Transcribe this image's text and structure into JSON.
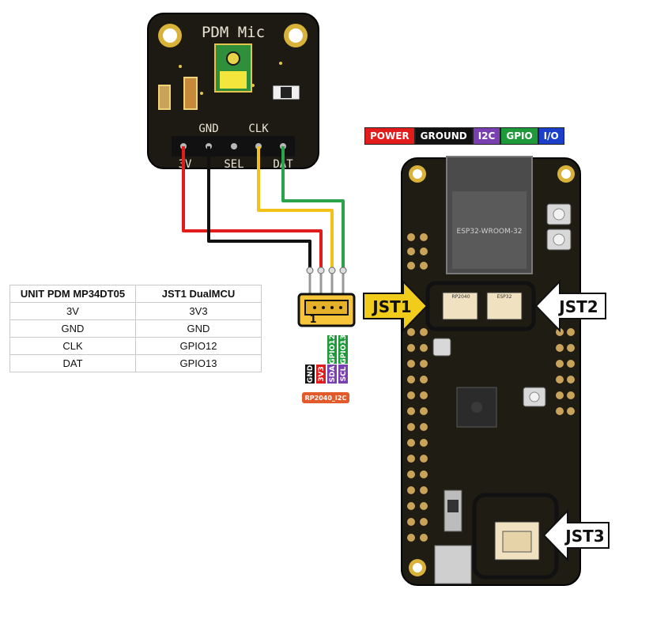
{
  "mic": {
    "title": "PDM Mic",
    "pins_top": [
      "GND",
      "CLK"
    ],
    "pins_bottom": [
      "3V",
      "SEL",
      "DAT"
    ]
  },
  "legend": [
    {
      "label": "POWER",
      "color": "#e21b1b"
    },
    {
      "label": "GROUND",
      "color": "#111111"
    },
    {
      "label": "I2C",
      "color": "#7a3fb0"
    },
    {
      "label": "GPIO",
      "color": "#1f9a3a"
    },
    {
      "label": "I/O",
      "color": "#1c3fc9"
    }
  ],
  "connector": {
    "pin_number": "1"
  },
  "pin_tags": [
    "GND",
    "3V3",
    "SDA",
    "SCL"
  ],
  "gpio_tags": [
    "GPIO12",
    "GPIO13"
  ],
  "bus_label": "RP2040_I2C",
  "board": {
    "module_label": "ESP32-WROOM-32",
    "jst_labels": [
      "JST1",
      "JST2",
      "JST3"
    ],
    "port_labels": [
      "RP2040",
      "ESP32"
    ]
  },
  "table": {
    "headers": [
      "UNIT PDM MP34DT05",
      "JST1 DualMCU"
    ],
    "rows": [
      [
        "3V",
        "3V3"
      ],
      [
        "GND",
        "GND"
      ],
      [
        "CLK",
        "GPIO12"
      ],
      [
        "DAT",
        "GPIO13"
      ]
    ]
  }
}
